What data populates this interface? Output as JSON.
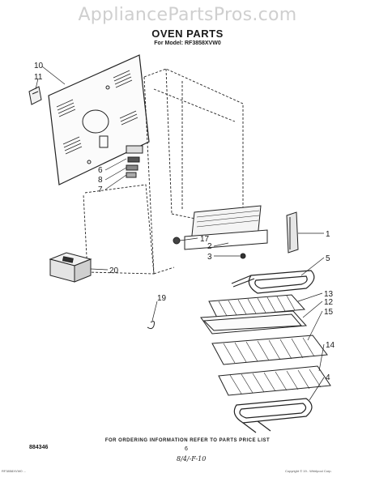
{
  "watermark": "AppliancePartsPros.com",
  "title": "OVEN PARTS",
  "model": "For Model: RF3858XVW0",
  "callouts": [
    {
      "id": "c10",
      "text": "10"
    },
    {
      "id": "c11",
      "text": "11"
    },
    {
      "id": "c6",
      "text": "6"
    },
    {
      "id": "c8",
      "text": "8"
    },
    {
      "id": "c7",
      "text": "7"
    },
    {
      "id": "c1",
      "text": "1"
    },
    {
      "id": "c17",
      "text": "17"
    },
    {
      "id": "c2",
      "text": "2"
    },
    {
      "id": "c3",
      "text": "3"
    },
    {
      "id": "c20",
      "text": "20"
    },
    {
      "id": "c5",
      "text": "5"
    },
    {
      "id": "c19",
      "text": "19"
    },
    {
      "id": "c13",
      "text": "13"
    },
    {
      "id": "c12",
      "text": "12"
    },
    {
      "id": "c15",
      "text": "15"
    },
    {
      "id": "c14",
      "text": "14"
    },
    {
      "id": "c4",
      "text": "4"
    }
  ],
  "footer": {
    "note": "FOR ORDERING INFORMATION REFER TO PARTS PRICE LIST",
    "page_code": "884346",
    "page_number": "6",
    "handwritten": "8/4/-F-10",
    "fine_left": "RF3858XVW0 ...",
    "fine_right": "Copyright © 19.. Whirlpool Corp."
  }
}
